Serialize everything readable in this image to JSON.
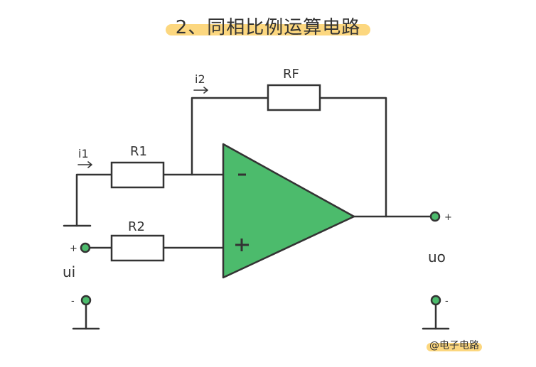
{
  "title": "2、同相比例运算电路",
  "watermark": "@电子电路",
  "colors": {
    "opamp_fill": "#4cbb6c",
    "wire": "#333333",
    "terminal": "#4cbb6c",
    "highlight": "#fcd77f"
  },
  "labels": {
    "rf": "RF",
    "r1": "R1",
    "r2": "R2",
    "i1": "i1",
    "i2": "i2",
    "ui": "ui",
    "uo": "uo",
    "opamp_minus": "-",
    "opamp_plus": "+",
    "ui_plus": "+",
    "ui_minus": "-",
    "uo_plus": "+",
    "uo_minus": "-"
  }
}
